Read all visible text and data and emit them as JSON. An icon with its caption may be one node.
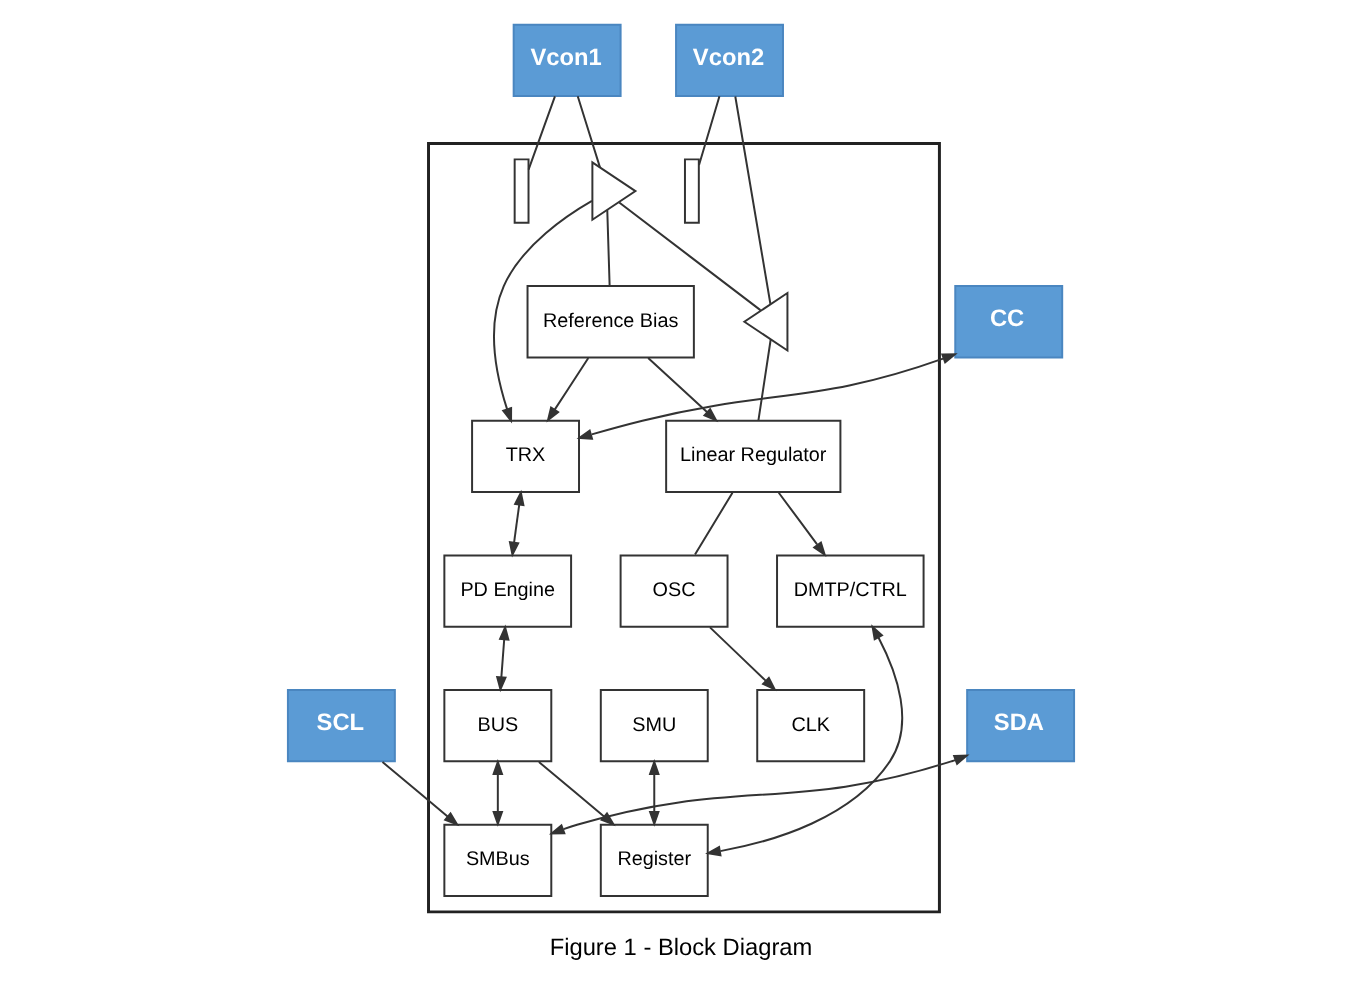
{
  "diagram": {
    "caption": "Figure 1 - Block Diagram",
    "nodes": [
      {
        "text": [],
        "shape": "box"
      },
      {
        "text": [
          "Vcon1"
        ]
      },
      {
        "text": [
          "Vcon2"
        ]
      },
      {
        "text": [],
        "shape": "diode",
        "in": 0
      },
      {
        "text": [],
        "shape": "diode",
        "in": 0
      },
      {
        "text": [],
        "shape": "resistor",
        "in": 0
      },
      {
        "text": [],
        "shape": "resistor",
        "in": 0
      },
      {
        "text": [
          "Reference Bias"
        ],
        "in": 0
      },
      {
        "text": [
          "Linear Regulator"
        ],
        "in": 0
      },
      {
        "text": [
          "DMTP/CTRL"
        ],
        "in": 0
      },
      {
        "text": [
          "OSC"
        ],
        "in": 0
      },
      {
        "text": [
          "CC"
        ]
      },
      {
        "text": [
          "TRX"
        ],
        "in": 0
      },
      {
        "text": [
          "SMU"
        ],
        "in": 0
      },
      {
        "text": [
          "Register"
        ],
        "in": 0
      },
      {
        "text": [
          "CLK"
        ],
        "in": 0
      },
      {
        "text": [
          "SMBus"
        ],
        "in": 0
      },
      {
        "text": [
          "SCL"
        ]
      },
      {
        "text": [
          "SDA"
        ]
      },
      {
        "text": [
          "PD Engine"
        ],
        "in": 0
      },
      {
        "text": [
          "BUS"
        ],
        "in": 0
      }
    ],
    "edges": [
      {
        "from": 1,
        "to": 3,
        "arrow": "none"
      },
      {
        "from": 1,
        "to": 5,
        "arrow": "none"
      },
      {
        "from": 2,
        "to": 4,
        "arrow": "none"
      },
      {
        "from": 2,
        "to": 6,
        "arrow": "none"
      },
      {
        "from": 3,
        "to": 4,
        "arrow": "none"
      },
      {
        "from": 3,
        "to": 7,
        "arrow": "none"
      },
      {
        "from": 4,
        "to": 8,
        "arrow": "none"
      },
      {
        "from": 3,
        "to": 12,
        "arrow": "to"
      },
      {
        "from": 7,
        "to": 8,
        "arrow": "to"
      },
      {
        "from": 7,
        "to": 12,
        "arrow": "to"
      },
      {
        "from": 8,
        "to": 9,
        "arrow": "to"
      },
      {
        "from": 8,
        "to": 10,
        "arrow": "none"
      },
      {
        "from": 10,
        "to": 15,
        "arrow": "to"
      },
      {
        "from": 9,
        "to": 14,
        "arrow": "both"
      },
      {
        "from": 11,
        "to": 12,
        "arrow": "both"
      },
      {
        "from": 13,
        "to": 14,
        "arrow": "both"
      },
      {
        "from": 20,
        "to": 14,
        "arrow": "to"
      },
      {
        "from": 17,
        "to": 16,
        "arrow": "to"
      },
      {
        "from": 18,
        "to": 16,
        "arrow": "both"
      },
      {
        "from": 12,
        "to": 19,
        "arrow": "both"
      },
      {
        "from": 19,
        "to": 20,
        "arrow": "both"
      },
      {
        "from": 20,
        "to": 16,
        "arrow": "both"
      }
    ]
  }
}
